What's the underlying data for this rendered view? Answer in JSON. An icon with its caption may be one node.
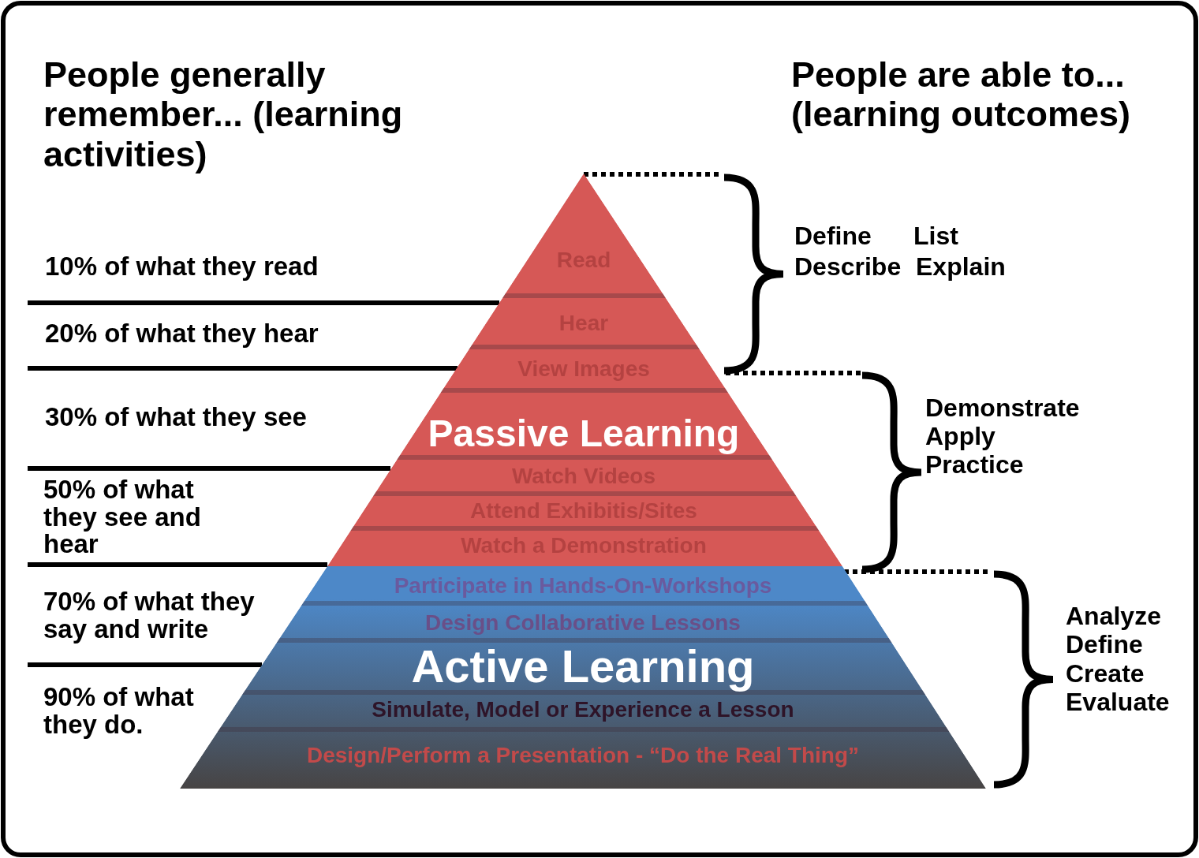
{
  "diagram": {
    "nodes": [
      {
        "text": [
          "Passive Learning"
        ]
      },
      {
        "text": [
          "Read"
        ],
        "in": 0
      },
      {
        "text": [
          "Hear"
        ],
        "in": 0
      },
      {
        "text": [
          "View Images"
        ],
        "in": 0
      },
      {
        "text": [
          "Watch Videos"
        ],
        "in": 0
      },
      {
        "text": [
          "Attend Exhibitis/Sites"
        ],
        "in": 0
      },
      {
        "text": [
          "Watch a Demonstration"
        ],
        "in": 0
      },
      {
        "text": [
          "Active Learning"
        ]
      },
      {
        "text": [
          "Participate in Hands-On-Workshops"
        ],
        "in": 7
      },
      {
        "text": [
          "Design Collaborative Lessons"
        ],
        "in": 7
      },
      {
        "text": [
          "Simulate, Model or Experience a Lesson"
        ],
        "in": 7
      },
      {
        "text": [
          "Design/Perform a Presentation - “Do the Real Thing”"
        ],
        "in": 7
      }
    ],
    "edges": [],
    "labels": [
      "People generally remember... (learning activities)",
      "People are able to... (learning outcomes)",
      "10% of what they read",
      "Define",
      "List",
      "Describe",
      "Explain",
      "20% of what they hear",
      "30% of what they see",
      "Demonstrate",
      "Apply",
      "Practice",
      "50% of what they see and hear",
      "70% of what they say and write",
      "Analyze",
      "Define",
      "Create",
      "Evaluate",
      "90% of what they do."
    ]
  }
}
